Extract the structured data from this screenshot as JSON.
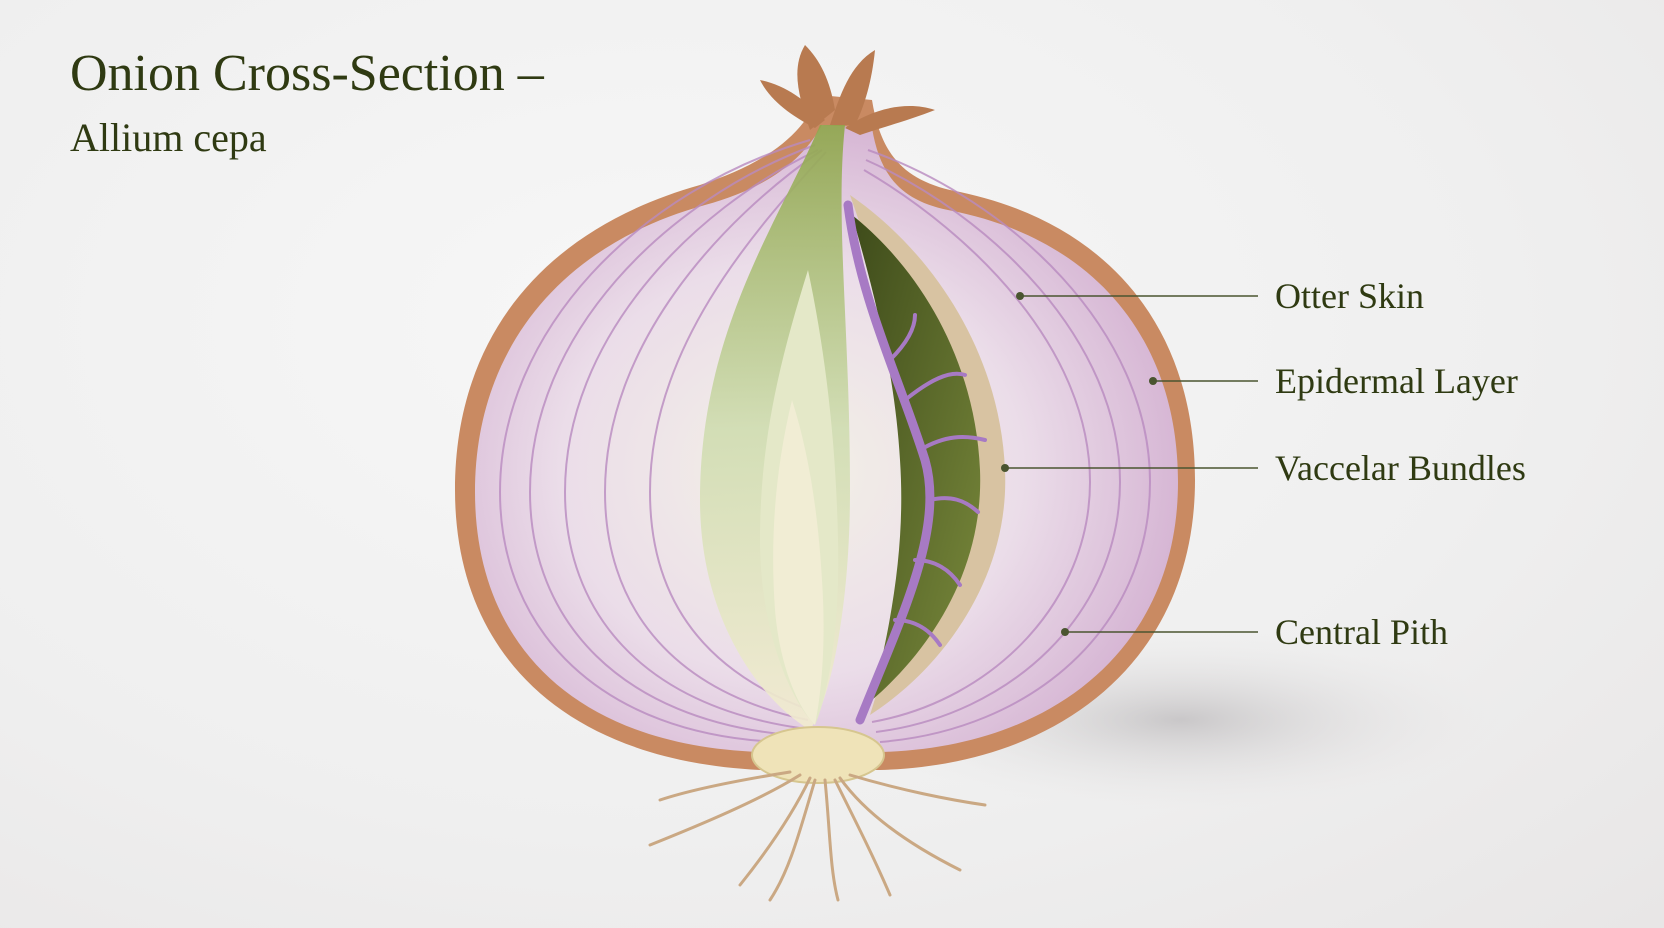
{
  "title": "Onion Cross-Section –",
  "subtitle": "Allium cepa",
  "labels": [
    {
      "id": "outer-skin",
      "text": "Otter Skin"
    },
    {
      "id": "epidermal-layer",
      "text": "Epidermal Layer"
    },
    {
      "id": "vascular-bundles",
      "text": "Vaccelar Bundles"
    },
    {
      "id": "central-pith",
      "text": "Central Pith"
    }
  ],
  "colors": {
    "text": "#2f3a12",
    "outer_skin": "#c98a62",
    "flesh_purple": "#d9bcd6",
    "vascular": "#a77ac4",
    "core_green": "#5a6b2a",
    "basal_plate": "#efe3b8"
  }
}
